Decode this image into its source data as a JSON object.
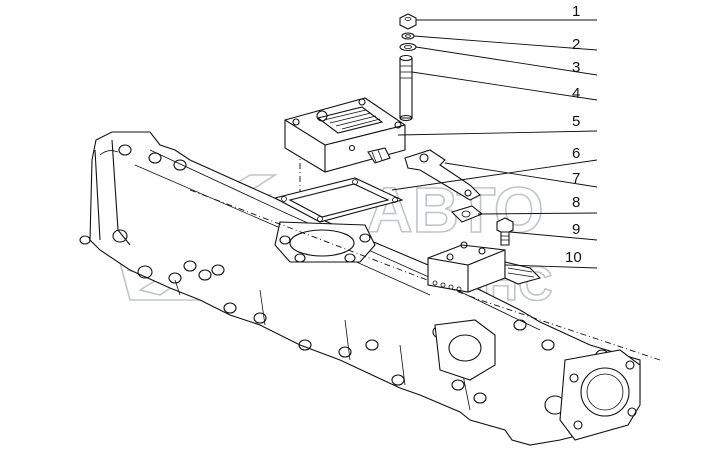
{
  "watermark": {
    "line1": "АВТО",
    "line2": "АЛЬЯНС"
  },
  "callouts": [
    "1",
    "2",
    "3",
    "4",
    "5",
    "6",
    "7",
    "8",
    "9",
    "10"
  ]
}
